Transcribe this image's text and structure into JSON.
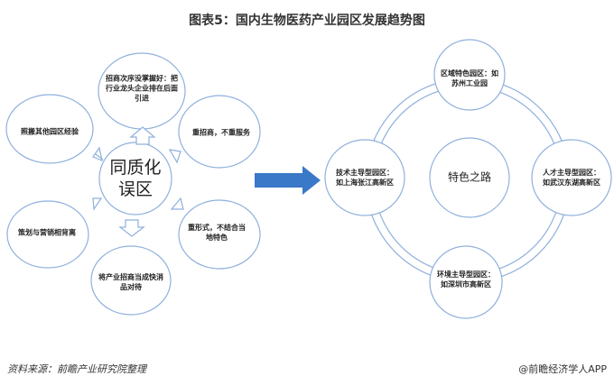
{
  "title": "图表5：国内生物医药产业园区发展趋势图",
  "left": {
    "center": "同质化误区",
    "items": [
      "招商次序没掌握好：把行业龙头企业排在后面引进",
      "重招商，不重服务",
      "重形式，不结合当地特色",
      "将产业招商当成快消品对待",
      "策划与营销相背离",
      "照搬其他园区经验"
    ]
  },
  "right": {
    "center": "特色之路",
    "items": [
      "区域特色园区：如苏州工业园",
      "人才主导型园区：如武汉东湖高新区",
      "环境主导型园区：如深圳市高新区",
      "技术主导型园区：如上海张江高新区"
    ]
  },
  "footer": {
    "source": "资料来源：前瞻产业研究院整理",
    "brand": "@前瞻经济学人APP"
  },
  "colors": {
    "outline": "#8fb0dc",
    "arrow": "#3a78c8"
  }
}
